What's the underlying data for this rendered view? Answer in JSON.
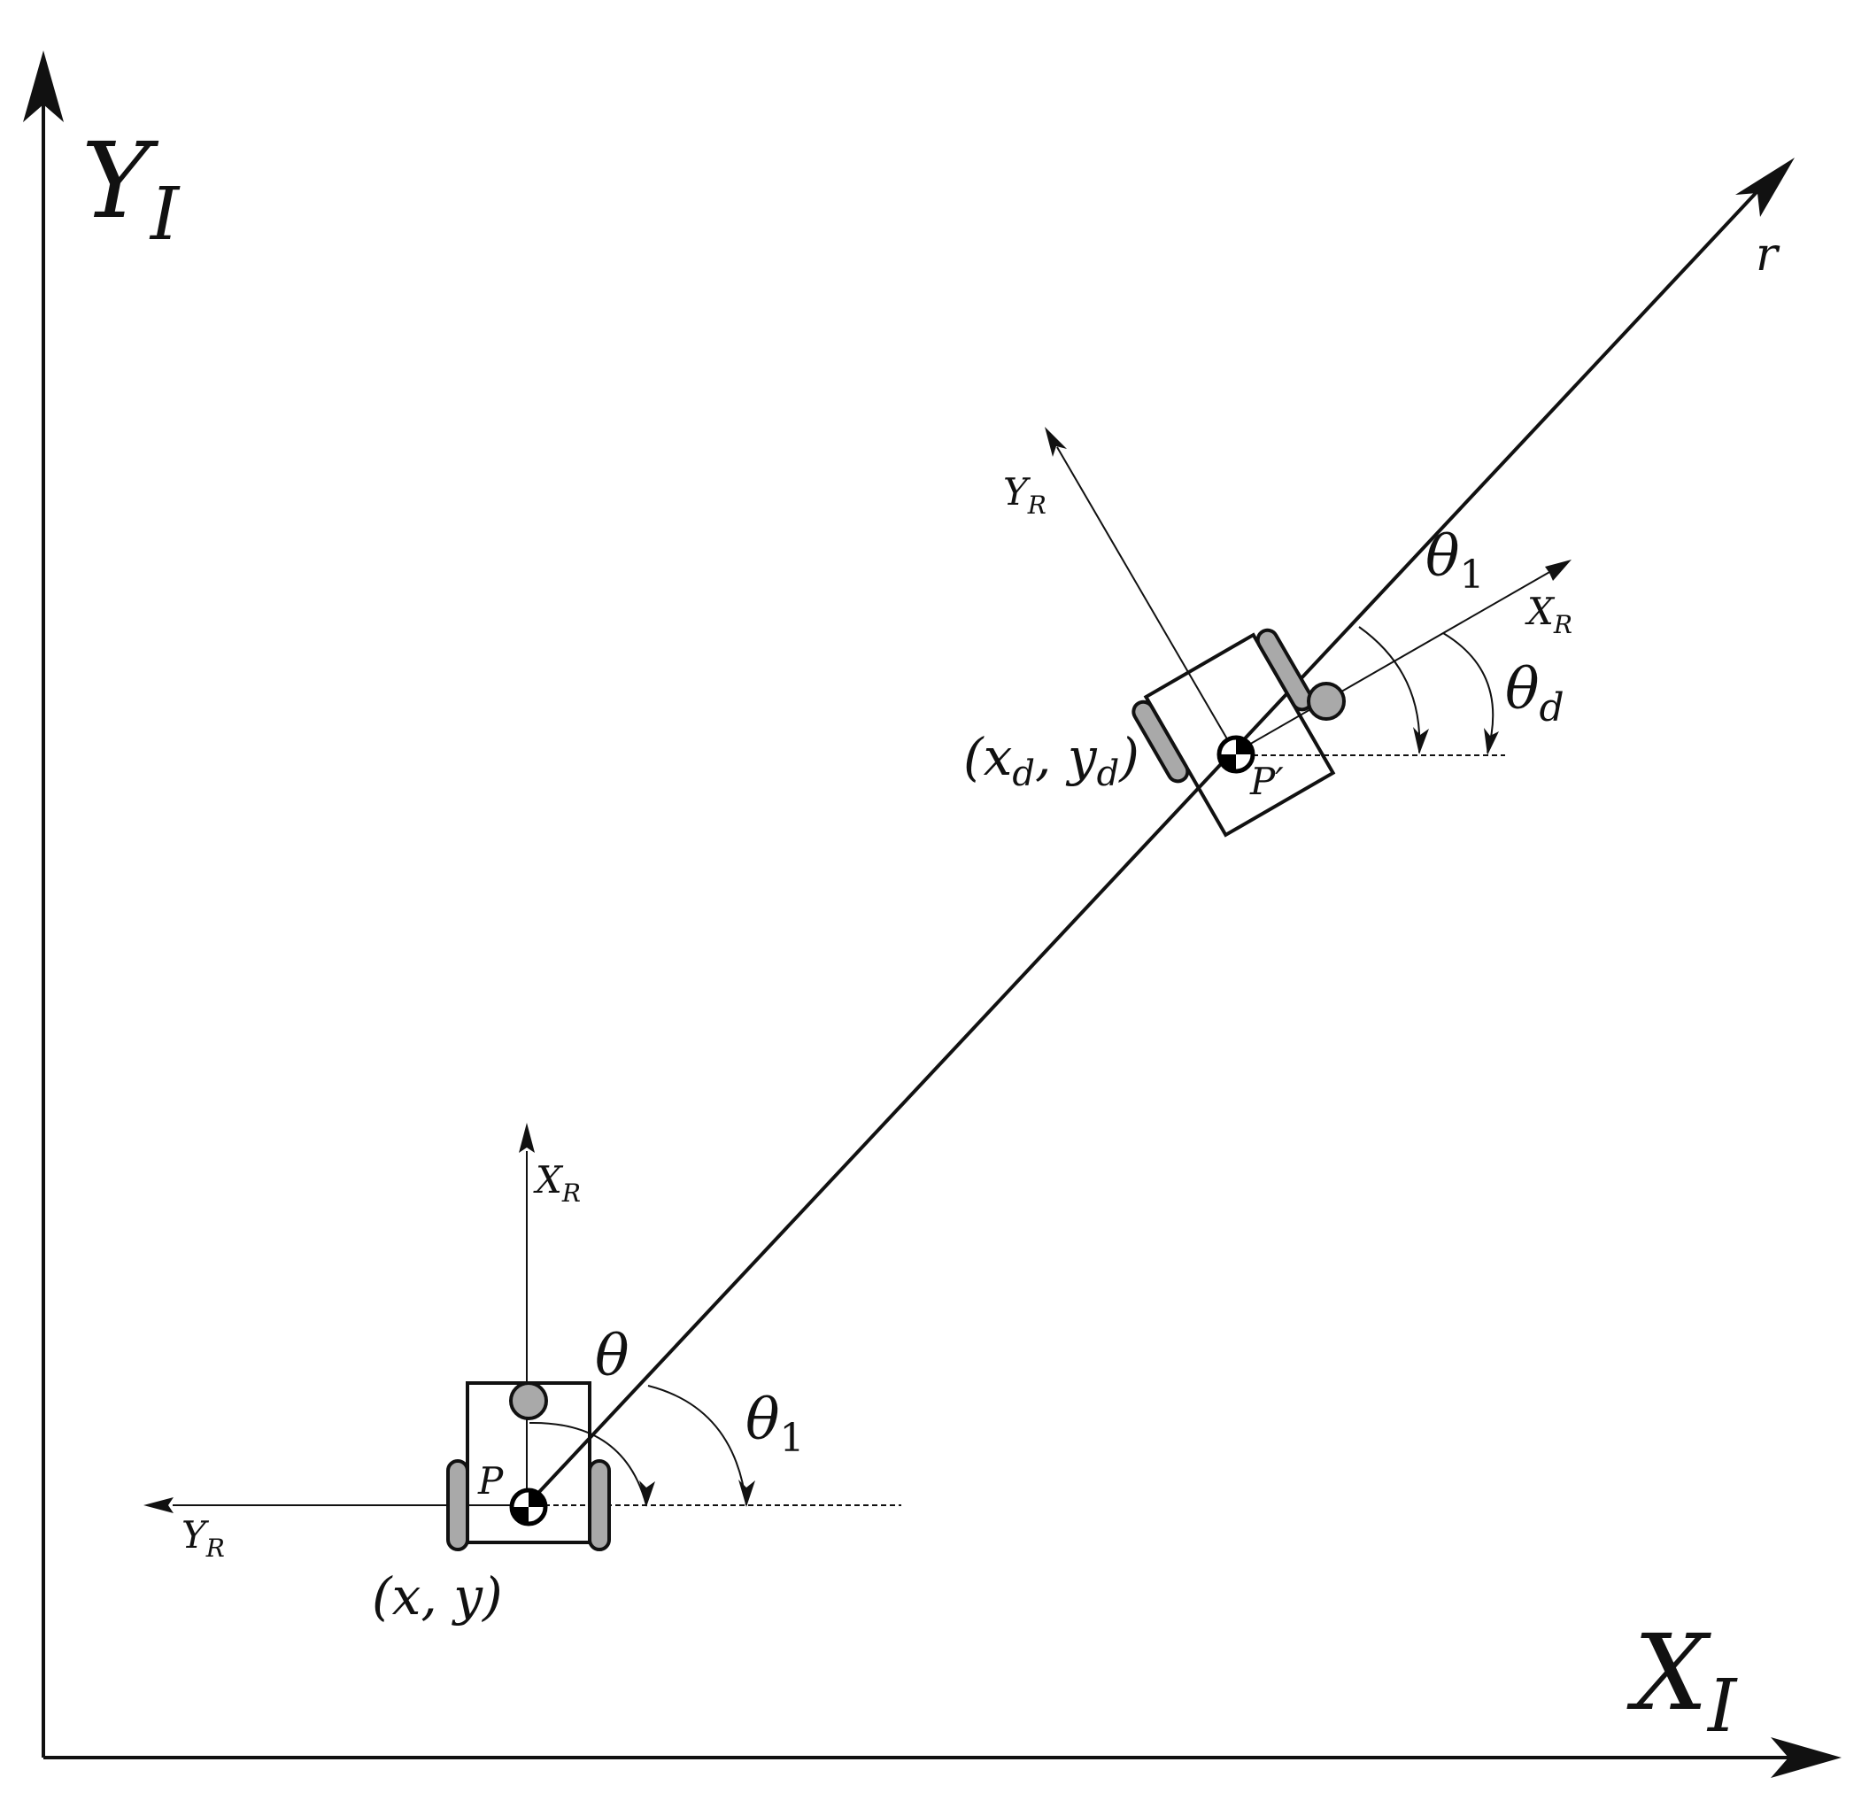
{
  "colors": {
    "ink": "#111111",
    "wheel_fill": "#a9a9a9",
    "marker_fill": "#000000",
    "background": "#ffffff"
  },
  "axes": {
    "y_label": {
      "main": "Y",
      "sub": "I"
    },
    "x_label": {
      "main": "X",
      "sub": "I"
    },
    "ray_label": "r"
  },
  "robot_start": {
    "point_label": "P",
    "coord_label": "(x, y)",
    "frame_x": {
      "main": "X",
      "sub": "R"
    },
    "frame_y": {
      "main": "Y",
      "sub": "R"
    },
    "angle_theta": "θ",
    "angle_theta1": {
      "main": "θ",
      "sub": "1"
    }
  },
  "robot_goal": {
    "point_label": "P′",
    "coord_label": {
      "open": "(x",
      "sub1": "d",
      "mid": ", y",
      "sub2": "d",
      "close": ")"
    },
    "frame_x": {
      "main": "X",
      "sub": "R"
    },
    "frame_y": {
      "main": "Y",
      "sub": "R"
    },
    "angle_theta1": {
      "main": "θ",
      "sub": "1"
    },
    "angle_thetad": {
      "main": "θ",
      "sub": "d"
    }
  }
}
